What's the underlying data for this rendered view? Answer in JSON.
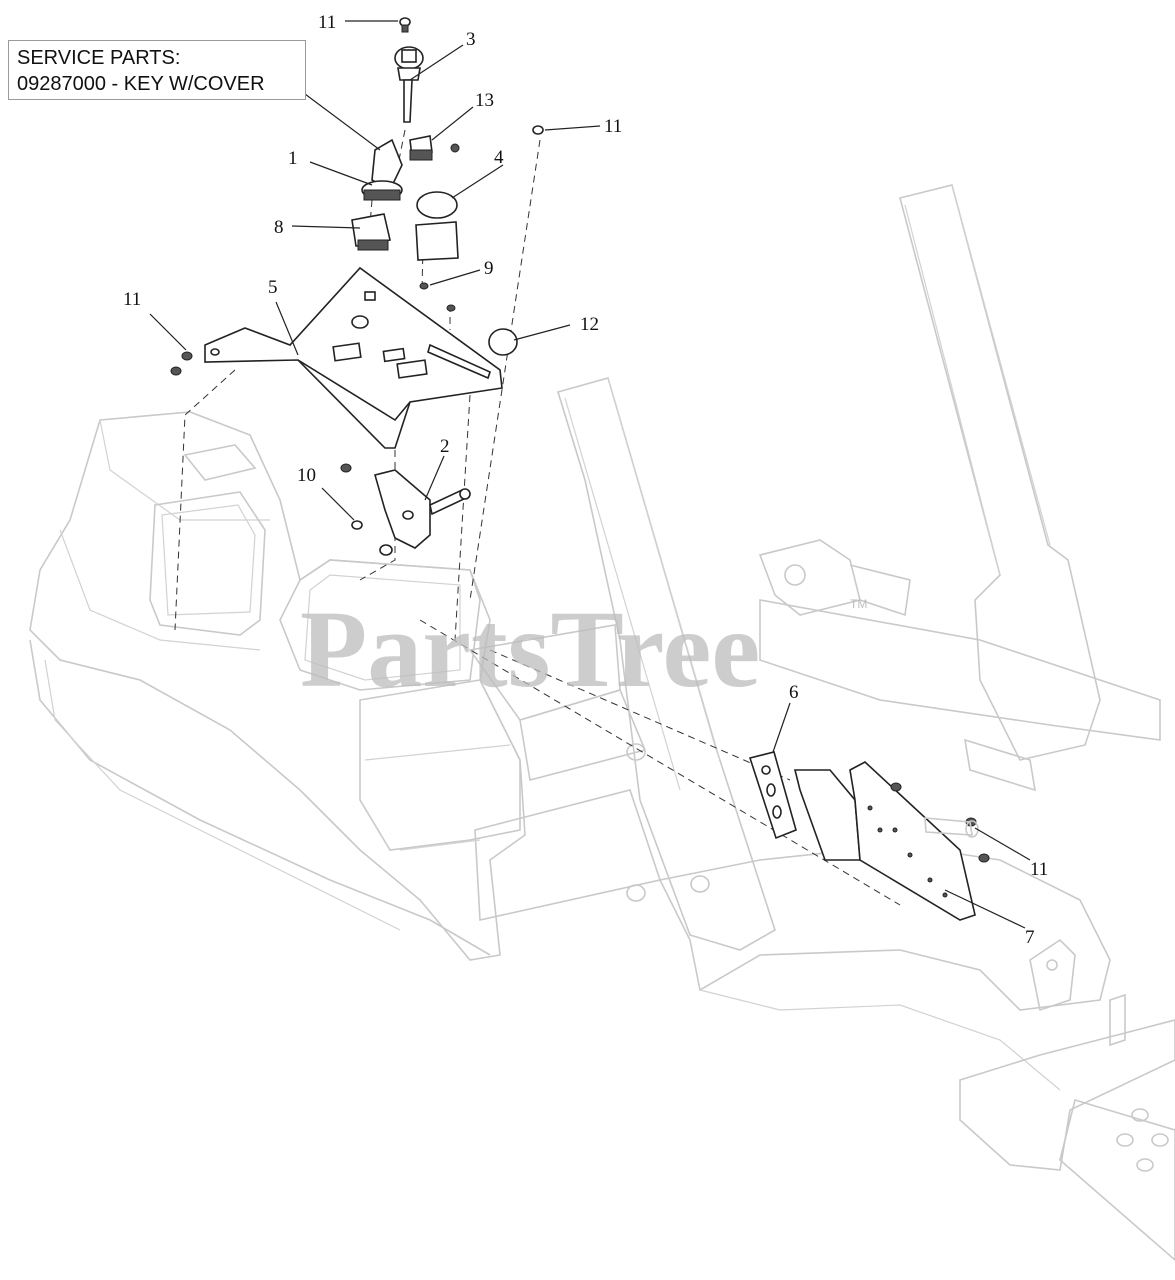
{
  "service_parts": {
    "heading": "SERVICE PARTS:",
    "line": "09287000 - KEY W/COVER"
  },
  "watermark": {
    "text": "PartsTree",
    "trademark": "TM"
  },
  "callouts": [
    {
      "id": "c-11a",
      "label": "11"
    },
    {
      "id": "c-3",
      "label": "3"
    },
    {
      "id": "c-13",
      "label": "13"
    },
    {
      "id": "c-11b",
      "label": "11"
    },
    {
      "id": "c-1",
      "label": "1"
    },
    {
      "id": "c-4",
      "label": "4"
    },
    {
      "id": "c-8",
      "label": "8"
    },
    {
      "id": "c-9",
      "label": "9"
    },
    {
      "id": "c-11c",
      "label": "11"
    },
    {
      "id": "c-5",
      "label": "5"
    },
    {
      "id": "c-12",
      "label": "12"
    },
    {
      "id": "c-2",
      "label": "2"
    },
    {
      "id": "c-10",
      "label": "10"
    },
    {
      "id": "c-6",
      "label": "6"
    },
    {
      "id": "c-11d",
      "label": "11"
    },
    {
      "id": "c-7",
      "label": "7"
    }
  ]
}
